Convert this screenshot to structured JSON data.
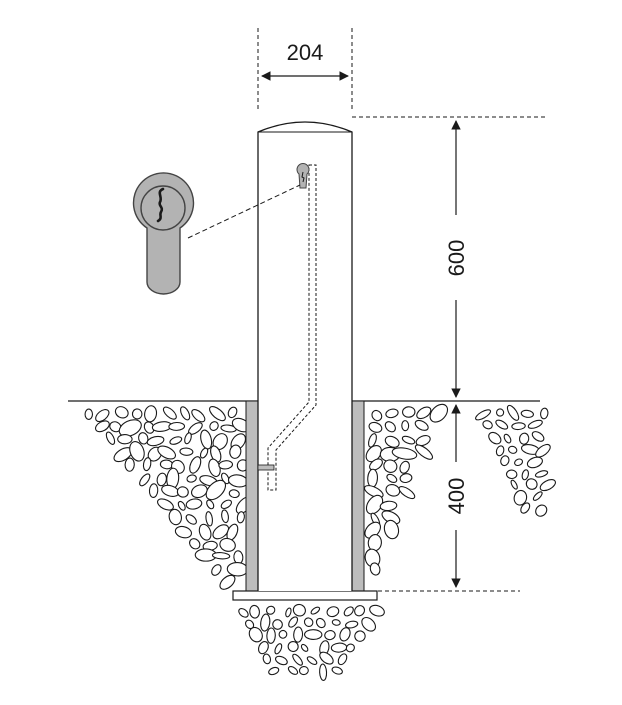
{
  "dimensions": {
    "width_label": "204",
    "above_ground_label": "600",
    "below_ground_label": "400"
  },
  "colors": {
    "line": "#1a1a1a",
    "ground_wall": "#bdbdbd",
    "cylinder_body": "#b3b3b3",
    "cylinder_outline": "#444444",
    "background": "#ffffff"
  },
  "icons": {
    "lock_detail": "euro-cylinder-lock-icon",
    "keyhole": "keyhole-icon",
    "stones": "gravel-stones"
  }
}
